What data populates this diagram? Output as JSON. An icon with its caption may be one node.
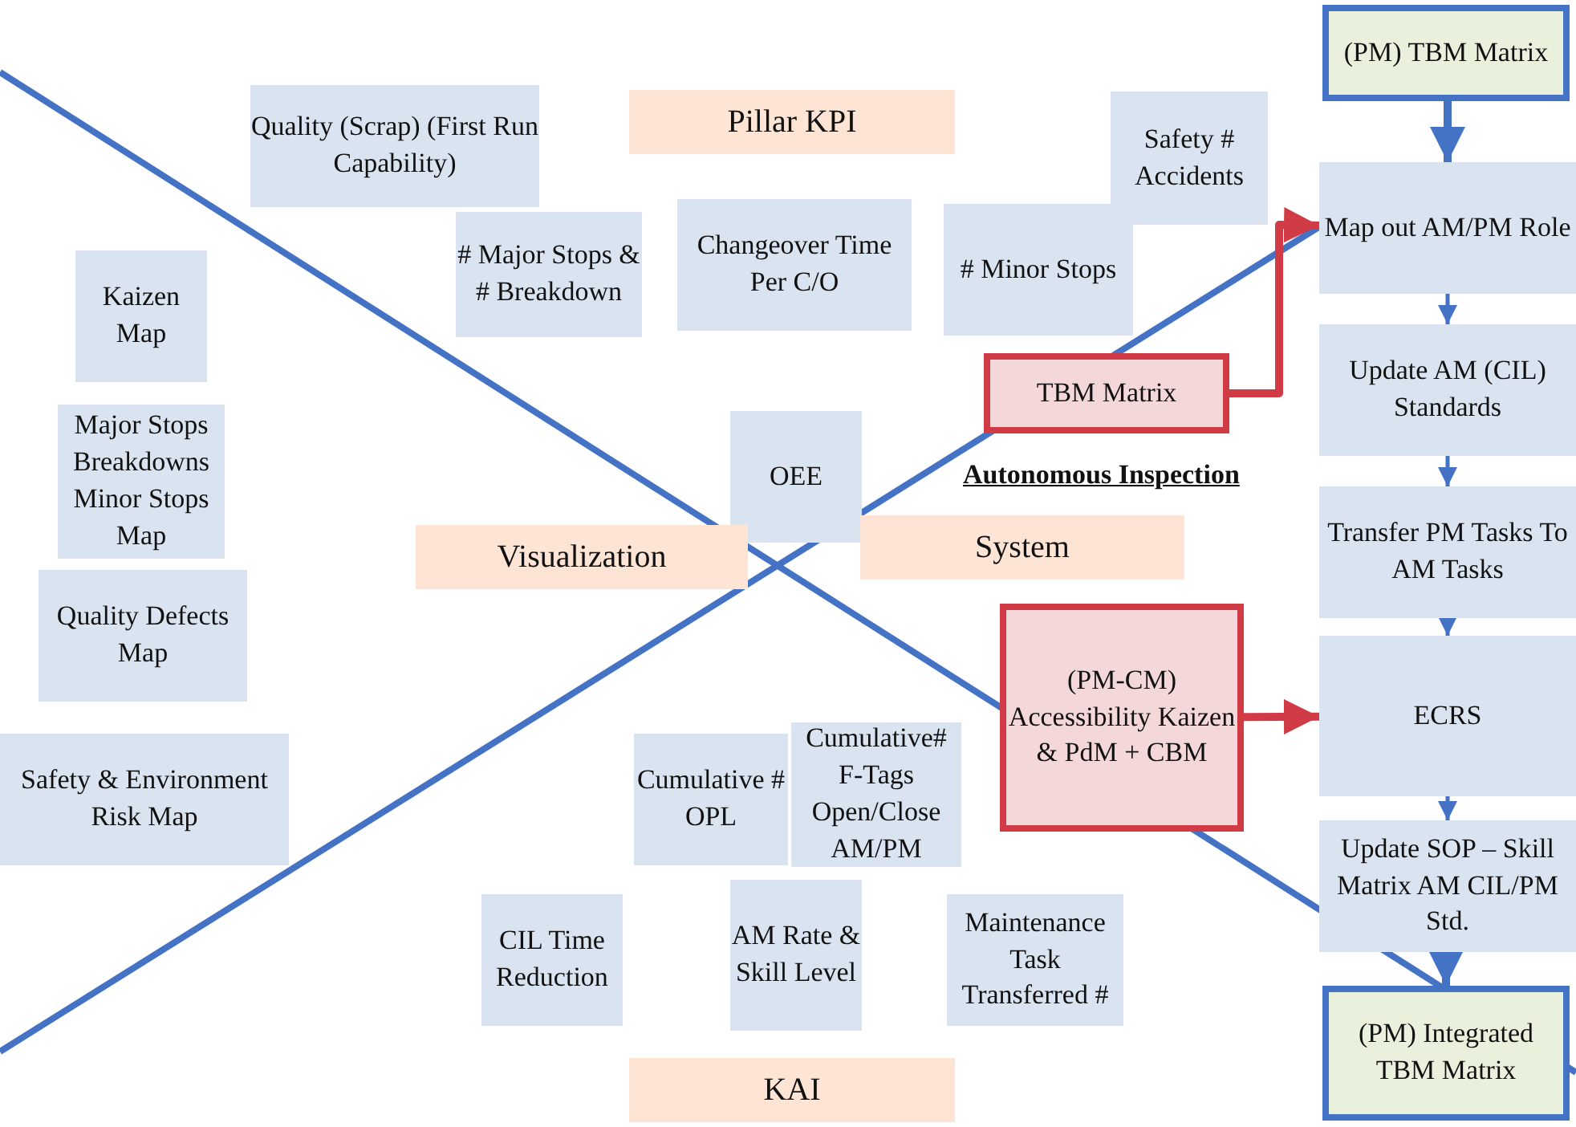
{
  "diagram": {
    "nodes": [
      {
        "text": [
          "Pillar KPI"
        ]
      },
      {
        "text": [
          "Quality (Scrap) (First Run Capability)"
        ]
      },
      {
        "text": [
          "# Major Stops & # Breakdown"
        ]
      },
      {
        "text": [
          "Changeover Time Per C/O"
        ]
      },
      {
        "text": [
          "Safety # Accidents"
        ]
      },
      {
        "text": [
          "# Minor Stops"
        ]
      },
      {
        "text": [
          "Kaizen Map"
        ]
      },
      {
        "text": [
          "Major Stops Breakdowns Minor Stops Map"
        ]
      },
      {
        "text": [
          "Quality Defects Map"
        ]
      },
      {
        "text": [
          "Safety & Environment Risk Map"
        ]
      },
      {
        "text": [
          "OEE"
        ]
      },
      {
        "text": [
          "Visualization"
        ]
      },
      {
        "text": [
          "System"
        ]
      },
      {
        "text": [
          "TBM Matrix"
        ]
      },
      {
        "text": [
          "(PM-CM) Accessibility Kaizen & PdM + CBM"
        ]
      },
      {
        "text": [
          "Cumulative # OPL"
        ]
      },
      {
        "text": [
          "Cumulative# F-Tags Open/Close AM/PM"
        ]
      },
      {
        "text": [
          "CIL Time Reduction"
        ]
      },
      {
        "text": [
          "AM Rate & Skill Level"
        ]
      },
      {
        "text": [
          "Maintenance Task Transferred #"
        ]
      },
      {
        "text": [
          "KAI"
        ]
      },
      {
        "text": [
          "(PM) TBM Matrix"
        ]
      },
      {
        "text": [
          "Map out AM/PM Role"
        ]
      },
      {
        "text": [
          "Update AM (CIL) Standards"
        ]
      },
      {
        "text": [
          "Transfer PM Tasks To AM Tasks"
        ]
      },
      {
        "text": [
          "ECRS"
        ]
      },
      {
        "text": [
          "Update SOP – Skill Matrix AM CIL/PM Std."
        ]
      },
      {
        "text": [
          "(PM) Integrated TBM Matrix"
        ]
      }
    ],
    "edges": [
      {
        "from": 21,
        "to": 22,
        "arrow": "to",
        "style": "thick"
      },
      {
        "from": 22,
        "to": 23,
        "arrow": "to"
      },
      {
        "from": 23,
        "to": 24,
        "arrow": "to"
      },
      {
        "from": 24,
        "to": 25,
        "arrow": "to"
      },
      {
        "from": 25,
        "to": 26,
        "arrow": "to"
      },
      {
        "from": 26,
        "to": 27,
        "arrow": "to",
        "style": "thick"
      },
      {
        "from": 13,
        "to": 22,
        "arrow": "to",
        "style": "thick",
        "color": "#d13b45"
      },
      {
        "from": 14,
        "to": 25,
        "arrow": "to",
        "style": "thick",
        "color": "#d13b45"
      }
    ],
    "labels": [
      "Autonomous Inspection"
    ]
  }
}
